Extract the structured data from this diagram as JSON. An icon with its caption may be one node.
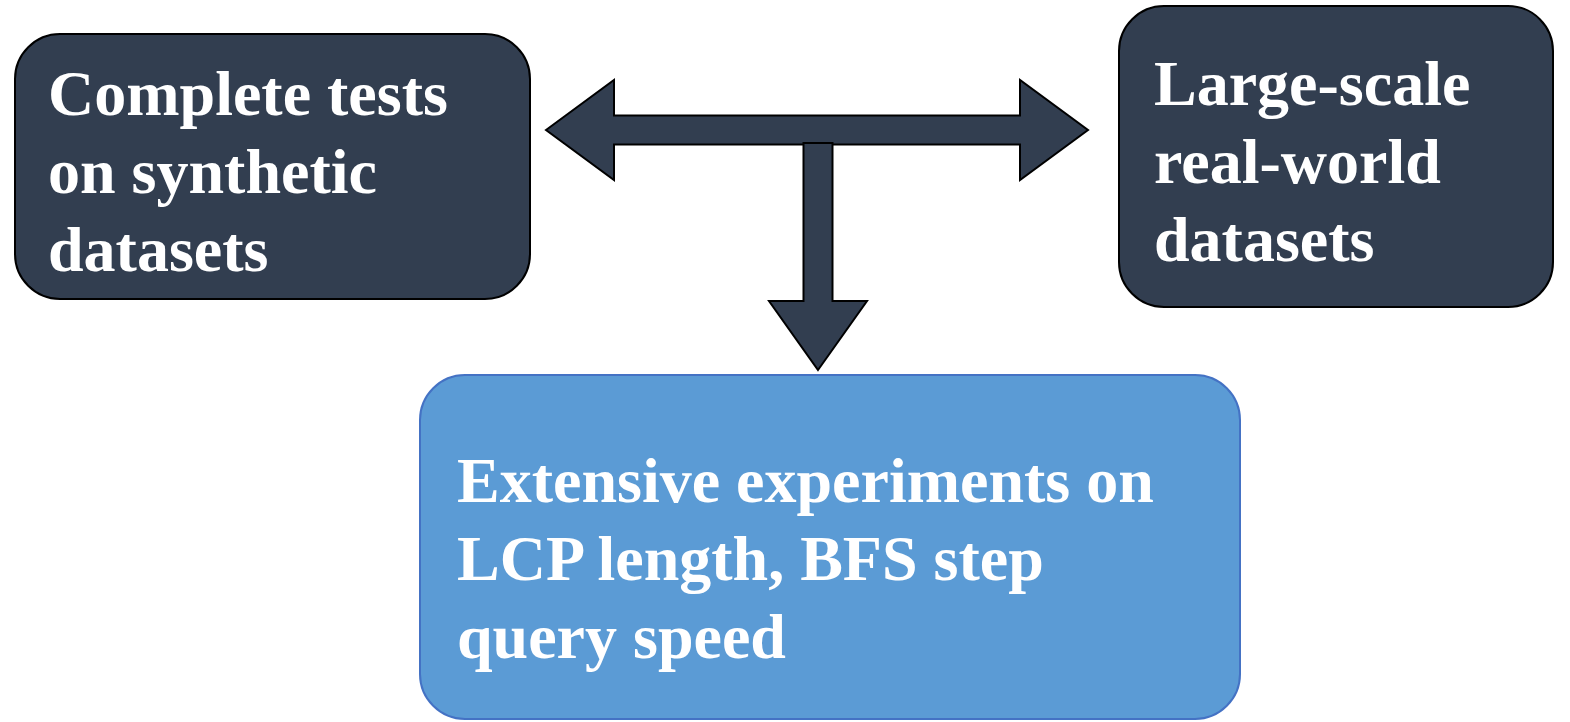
{
  "diagram": {
    "nodes": [
      {
        "text": [
          "Complete tests on synthetic datasets"
        ]
      },
      {
        "text": [
          "Large-scale real-world datasets"
        ]
      },
      {
        "text": [
          "Extensive experiments on LCP length, BFS step query speed"
        ]
      }
    ],
    "edges": [
      {
        "from": 0,
        "to": 1,
        "arrow": "both"
      },
      {
        "from": null,
        "to": 2,
        "arrow": "to"
      }
    ]
  }
}
